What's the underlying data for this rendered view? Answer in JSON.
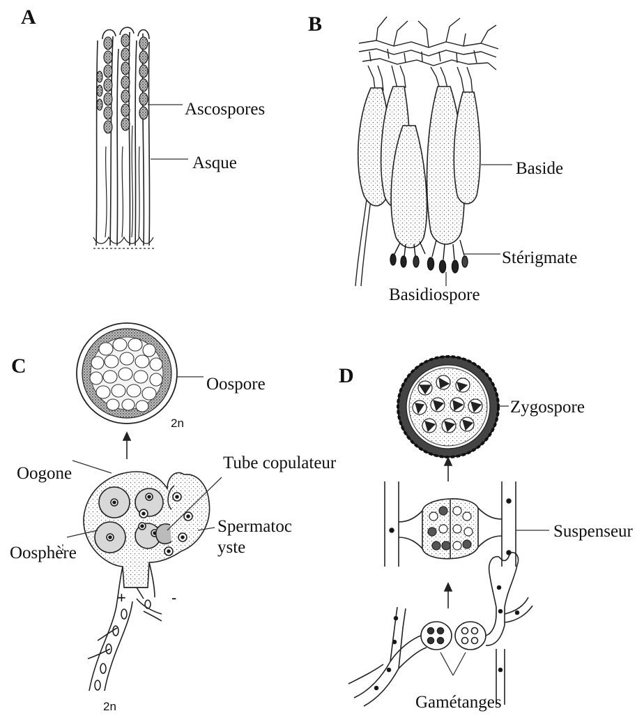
{
  "panels": {
    "a": {
      "letter": "A",
      "labels": {
        "ascospores": "Ascospores",
        "asque": "Asque"
      }
    },
    "b": {
      "letter": "B",
      "labels": {
        "baside": "Baside",
        "sterigmate": "Stérigmate",
        "basidiospore": "Basidiospore"
      }
    },
    "c": {
      "letter": "C",
      "labels": {
        "oospore": "Oospore",
        "ploidy_top": "2n",
        "oogone": "Oogone",
        "tube": "Tube copulateur",
        "oosphere": "Oosphère",
        "spermatocyste_1": "Spermatoc",
        "spermatocyste_2": "yste",
        "plus": "+",
        "minus": "-",
        "ploidy_bottom": "2n"
      }
    },
    "d": {
      "letter": "D",
      "labels": {
        "zygospore": "Zygospore",
        "suspenseur": "Suspenseur",
        "gametanges": "Gamétanges"
      }
    }
  }
}
